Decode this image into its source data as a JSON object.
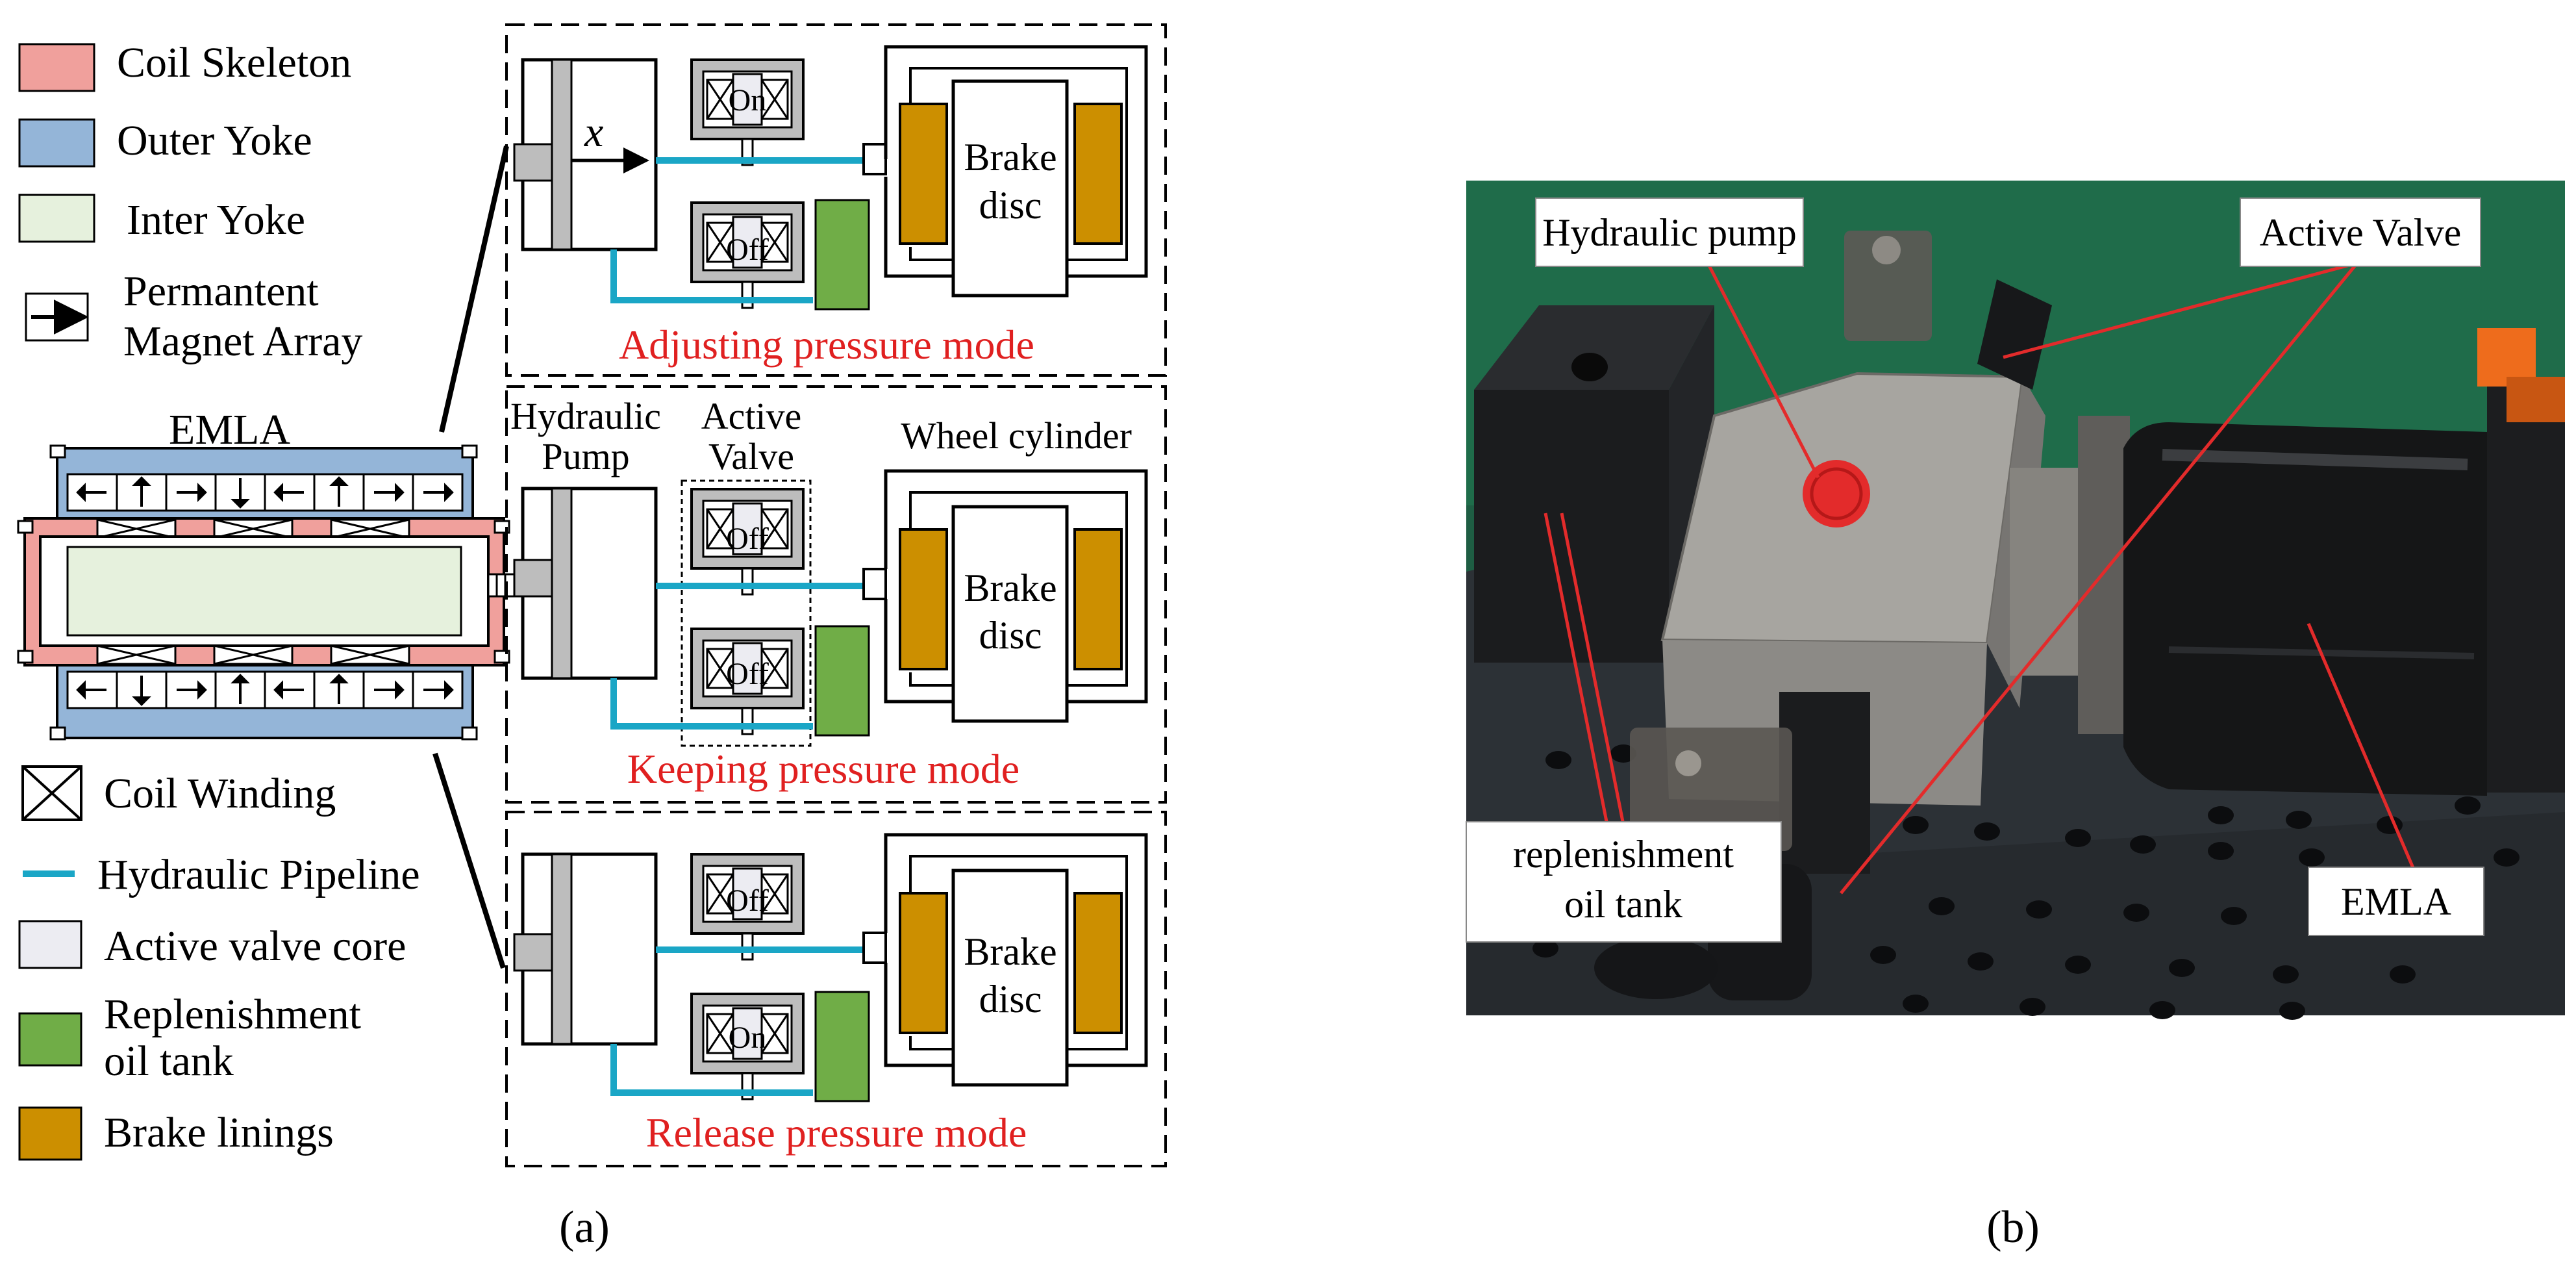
{
  "legend": {
    "coil_skeleton": "Coil Skeleton",
    "outer_yoke": "Outer Yoke",
    "inter_yoke": "Inter Yoke",
    "pm_array_line1": "Permantent",
    "pm_array_line2": "Magnet Array",
    "coil_winding": "Coil Winding",
    "hydraulic_pipeline": "Hydraulic Pipeline",
    "active_valve_core": "Active valve core",
    "replenishment_line1": "Replenishment",
    "replenishment_line2": "oil tank",
    "brake_linings": "Brake linings"
  },
  "emla": {
    "title": "EMLA"
  },
  "modes": {
    "adjusting": {
      "caption": "Adjusting pressure mode",
      "valve_top": "On",
      "valve_bottom": "Off",
      "disc_line1": "Brake",
      "disc_line2": "disc",
      "piston_label": "x"
    },
    "keeping": {
      "caption": "Keeping pressure mode",
      "valve_top": "Off",
      "valve_bottom": "Off",
      "disc_line1": "Brake",
      "disc_line2": "disc",
      "pump_line1": "Hydraulic",
      "pump_line2": "Pump",
      "valve_line1": "Active",
      "valve_line2": "Valve",
      "wheel_cylinder": "Wheel cylinder"
    },
    "release": {
      "caption": "Release pressure mode",
      "valve_top": "Off",
      "valve_bottom": "On",
      "disc_line1": "Brake",
      "disc_line2": "disc"
    }
  },
  "photo_labels": {
    "hydraulic_pump": "Hydraulic pump",
    "active_valve": "Active Valve",
    "replenishment_line1": "replenishment",
    "replenishment_line2": "oil tank",
    "emla": "EMLA"
  },
  "captions": {
    "a": "(a)",
    "b": "(b)"
  },
  "colors": {
    "coil_skeleton": "#f0a09c",
    "outer_yoke": "#94b5d8",
    "inter_yoke": "#e6f1dd",
    "valve_core": "#ececf2",
    "replenishment": "#70ad47",
    "brake_linings": "#cc8f00",
    "pipeline": "#1aa6c6",
    "mode_caption": "#e02020"
  }
}
